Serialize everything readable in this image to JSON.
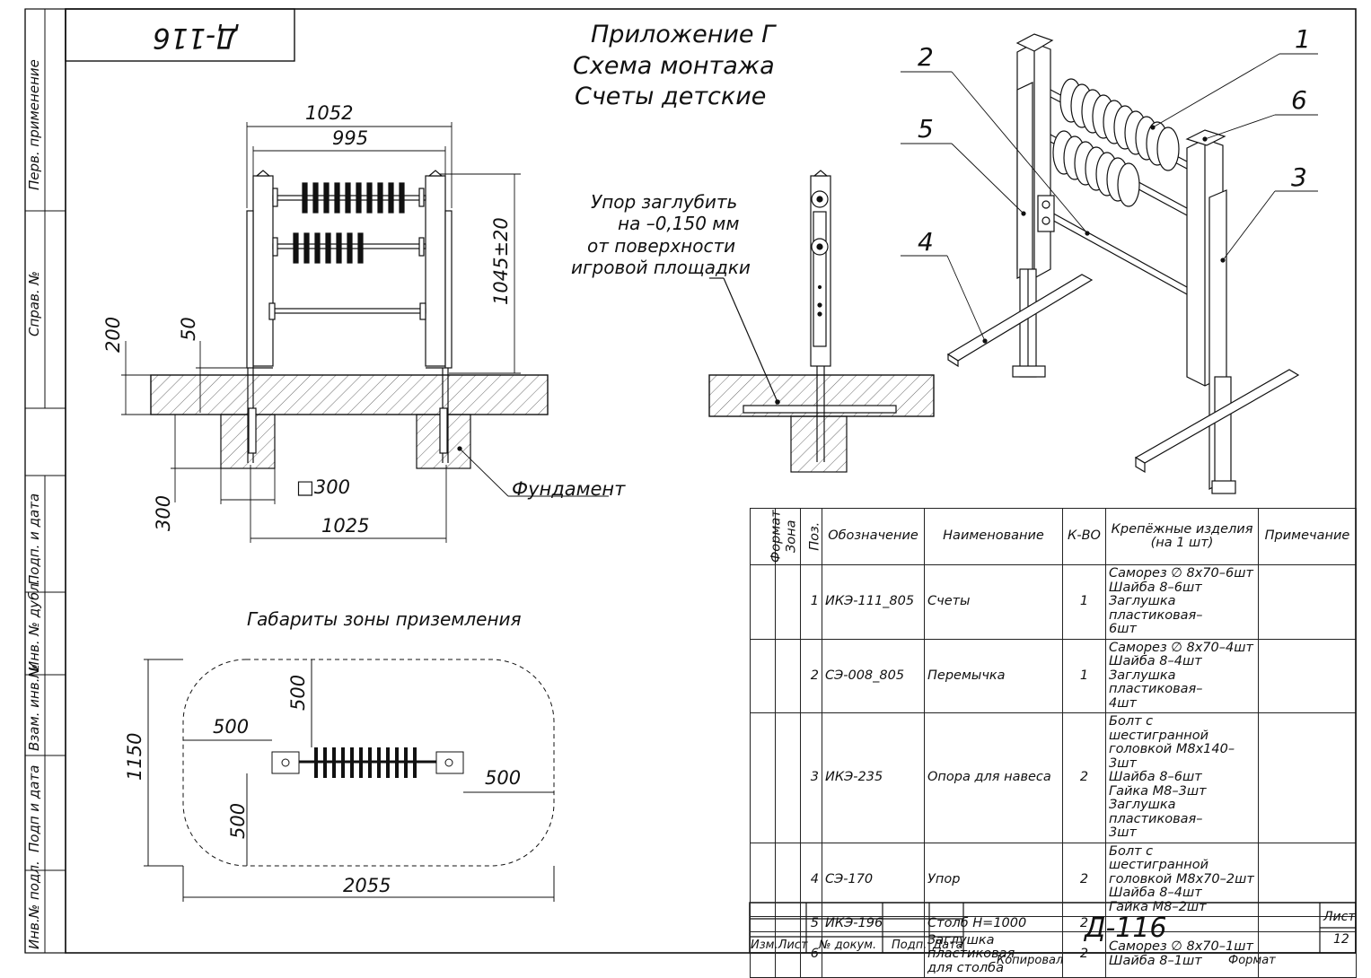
{
  "stamp_code": "Д-116",
  "title": {
    "line1": "Приложение Г",
    "line2": "Схема монтажа",
    "line3": "Счеты детские"
  },
  "side_labels": {
    "perv": "Перв. применение",
    "sprav": "Справ. №",
    "podp_data1": "Подп. и дата",
    "inv_dubl": "Инв. № дубл.",
    "vzam": "Взам. инв.№",
    "podp_data2": "Подп и дата",
    "inv_podl": "Инв.№ подл."
  },
  "front_view": {
    "dim_1052": "1052",
    "dim_995": "995",
    "dim_height": "1045±20",
    "dim_200": "200",
    "dim_50": "50",
    "dim_300": "300",
    "dim_sq": "□300",
    "dim_1025": "1025",
    "foundation": "Фундамент"
  },
  "side_view": {
    "note_l1": "Упор заглубить",
    "note_l2": "на –0,150 мм",
    "note_l3": "от поверхности",
    "note_l4": "игровой площадки"
  },
  "zone": {
    "title": "Габариты зоны приземления",
    "d500_top": "500",
    "d500_left": "500",
    "d500_right": "500",
    "d500_bottom": "500",
    "d1150": "1150",
    "d2055": "2055"
  },
  "callouts": [
    "1",
    "2",
    "3",
    "4",
    "5",
    "6"
  ],
  "spec": {
    "headers": {
      "format": "Формат",
      "zone": "Зона",
      "pos": "Поз.",
      "designation": "Обозначение",
      "name": "Наименование",
      "qty": "К-ВО",
      "fasteners": "Крепёжные изделия (на 1 шт)",
      "note": "Примечание"
    },
    "rows": [
      {
        "pos": "1",
        "designation": "ИКЭ-111_805",
        "name": "Счеты",
        "qty": "1",
        "fasteners": "Саморез ∅ 8х70–6шт\nШайба 8–6шт\nЗаглушка пластиковая–\n6шт"
      },
      {
        "pos": "2",
        "designation": "СЭ-008_805",
        "name": "Перемычка",
        "qty": "1",
        "fasteners": "Саморез ∅ 8х70–4шт\nШайба 8–4шт\nЗаглушка пластиковая–\n4шт"
      },
      {
        "pos": "3",
        "designation": "ИКЭ-235",
        "name": "Опора для навеса",
        "qty": "2",
        "fasteners": "Болт с шестигранной\nголовкой М8х140–3шт\nШайба 8–6шт\nГайка М8–3шт\nЗаглушка пластиковая–\n3шт"
      },
      {
        "pos": "4",
        "designation": "СЭ-170",
        "name": "Упор",
        "qty": "2",
        "fasteners": "Болт с шестигранной\nголовкой М8х70–2шт\nШайба 8–4шт\nГайка М8–2шт"
      },
      {
        "pos": "5",
        "designation": "ИКЭ-196",
        "name": "Столб H=1000",
        "qty": "2",
        "fasteners": ""
      },
      {
        "pos": "6",
        "designation": "",
        "name": "Заглушка пластиковая\nдля столба",
        "qty": "2",
        "fasteners": "Саморез ∅ 8х70–1шт\nШайба 8–1шт"
      }
    ]
  },
  "title_block": {
    "code": "Д-116",
    "izm_list": "Изм.Лист",
    "n_dokum": "№ докум.",
    "podp": "Подп.",
    "data": "Дата",
    "list": "Лист",
    "list_num": "12",
    "kopiroval": "Копировал",
    "format": "Формат"
  }
}
